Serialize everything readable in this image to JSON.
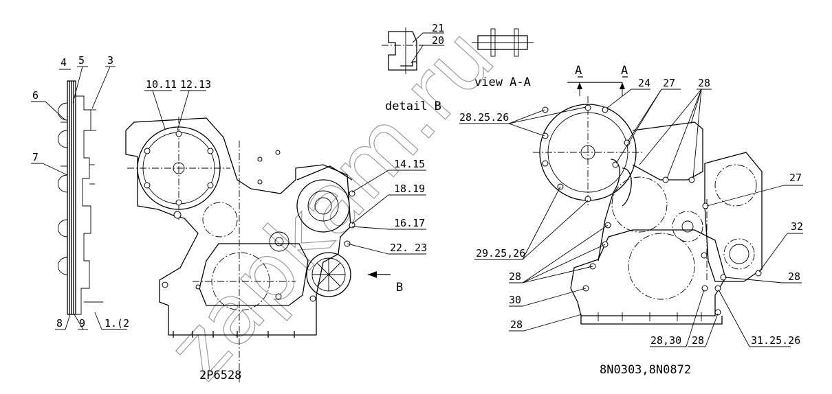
{
  "watermark": "zapkam.ru",
  "captions": {
    "left_part": "2P6528",
    "right_part": "8N0303,8N0872",
    "detail": "detail B",
    "view": "view A-A",
    "arrow_B": "B",
    "section_A_left": "A",
    "section_A_right": "A"
  },
  "callouts": {
    "l_4": "4",
    "l_5": "5",
    "l_3": "3",
    "l_6": "6",
    "l_7": "7",
    "l_8": "8",
    "l_9": "9",
    "l_1_2": "1.(2",
    "l_10_11": "10.11",
    "l_12_13": "12.13",
    "l_14_15": "14.15",
    "l_18_19": "18.19",
    "l_16_17": "16.17",
    "l_22_23": "22. 23",
    "l_21": "21",
    "l_20": "20",
    "r_24": "24",
    "r_27_top": "27",
    "r_28_top": "28",
    "r_28_25_26": "28.25.26",
    "r_27_right": "27",
    "r_32": "32",
    "r_28_right": "28",
    "r_29_25_26": "29.25,26",
    "r_28_mid": "28",
    "r_30": "30",
    "r_28_low": "28",
    "r_28_30": "28,30",
    "r_28_bottom": "28",
    "r_31_25_26": "31.25.26"
  }
}
